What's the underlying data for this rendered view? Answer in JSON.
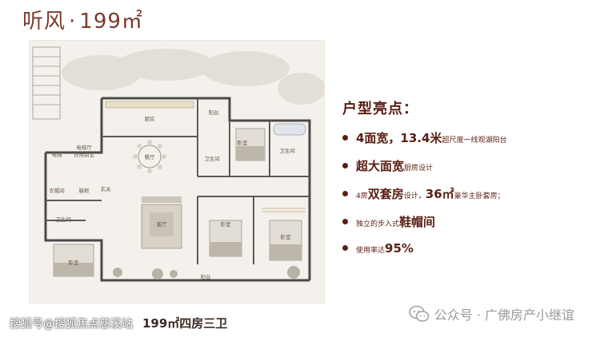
{
  "title": {
    "name": "听风",
    "sep": "·",
    "area": "199㎡"
  },
  "rooms": {
    "kitchen": "厨房",
    "balcony_top": "阳台",
    "dining": "餐厅",
    "bedroom1": "卧室",
    "bathroom1": "卫生间",
    "elevator": "电梯",
    "elevator_hall": "电梯厅",
    "elevator_hall2": "合用前室",
    "bathroom2": "卫生间",
    "closet": "衣帽间",
    "shoe": "鞋柜",
    "entrance": "玄关",
    "bathroom3": "卫生间",
    "living": "客厅",
    "bedroom2": "卧室",
    "bedroom3": "卧室",
    "bedroom4": "卧室",
    "balcony_bottom": "阳台"
  },
  "highlights": {
    "title": "户型亮点：",
    "items": [
      {
        "big": "4面宽，13.4米",
        "small": "超尺度一线观湖阳台"
      },
      {
        "big": "超大面宽",
        "small": "厨房设计"
      },
      {
        "pre": "4房",
        "big": "双套房",
        "small": "设计，",
        "big2": "36㎡",
        "small2": "豪华主卧套房；"
      },
      {
        "pre": "独立的步入式",
        "big": "鞋帽间"
      },
      {
        "pre": "使用率达",
        "big": "95%"
      }
    ]
  },
  "caption": {
    "source": "搜狐号@搜狐焦点慈溪站",
    "layout": "199㎡四房三卫"
  },
  "watermark": {
    "text": "公众号 · 广佛房产小继谊"
  },
  "colors": {
    "accent": "#5a1f14",
    "plan_bg": "#f4f1ec",
    "wall": "#4a4a4a"
  }
}
